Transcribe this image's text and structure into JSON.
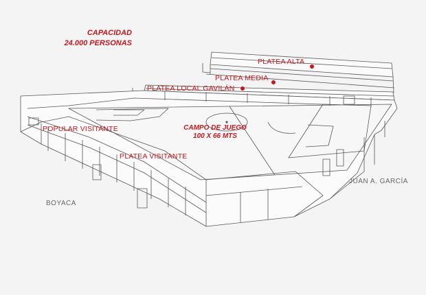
{
  "capacity": {
    "line1": "CAPACIDAD",
    "line2": "24.000 PERSONAS"
  },
  "field": {
    "line1": "CAMPO DE JUEGO",
    "line2": "100 X 66 MTS"
  },
  "stands": {
    "platea_alta": "PLATEA ALTA",
    "platea_media": "PLATEA MEDIA",
    "platea_local": "PLATEA LOCAL GAVILÁN",
    "popular_visitante": "POPULAR VISITANTE",
    "platea_visitante": "PLATEA VISITANTE"
  },
  "streets": {
    "east": "JUAN A. GARCÍA",
    "west": "BOYACA"
  },
  "colors": {
    "accent": "#c9161d",
    "line": "#555555",
    "background": "#f4f4f4"
  }
}
